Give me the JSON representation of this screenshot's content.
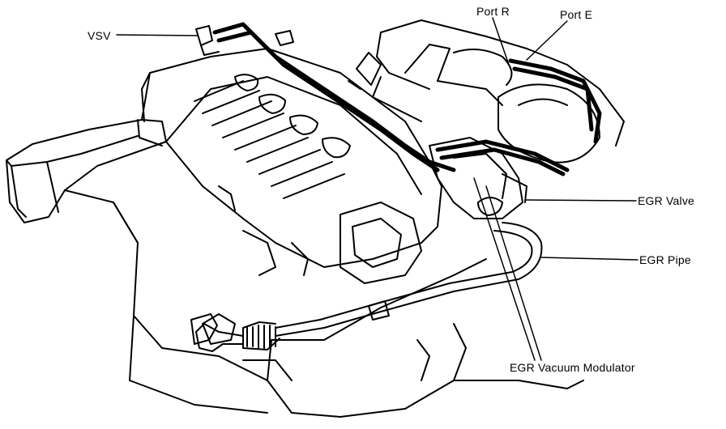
{
  "labels": {
    "vsv": "VSV",
    "port_r": "Port R",
    "port_e": "Port E",
    "egr_valve": "EGR Valve",
    "egr_pipe": "EGR Pipe",
    "egr_vacuum_modulator": "EGR Vacuum Modulator"
  },
  "colors": {
    "ink": "#000000",
    "paper": "#ffffff"
  }
}
